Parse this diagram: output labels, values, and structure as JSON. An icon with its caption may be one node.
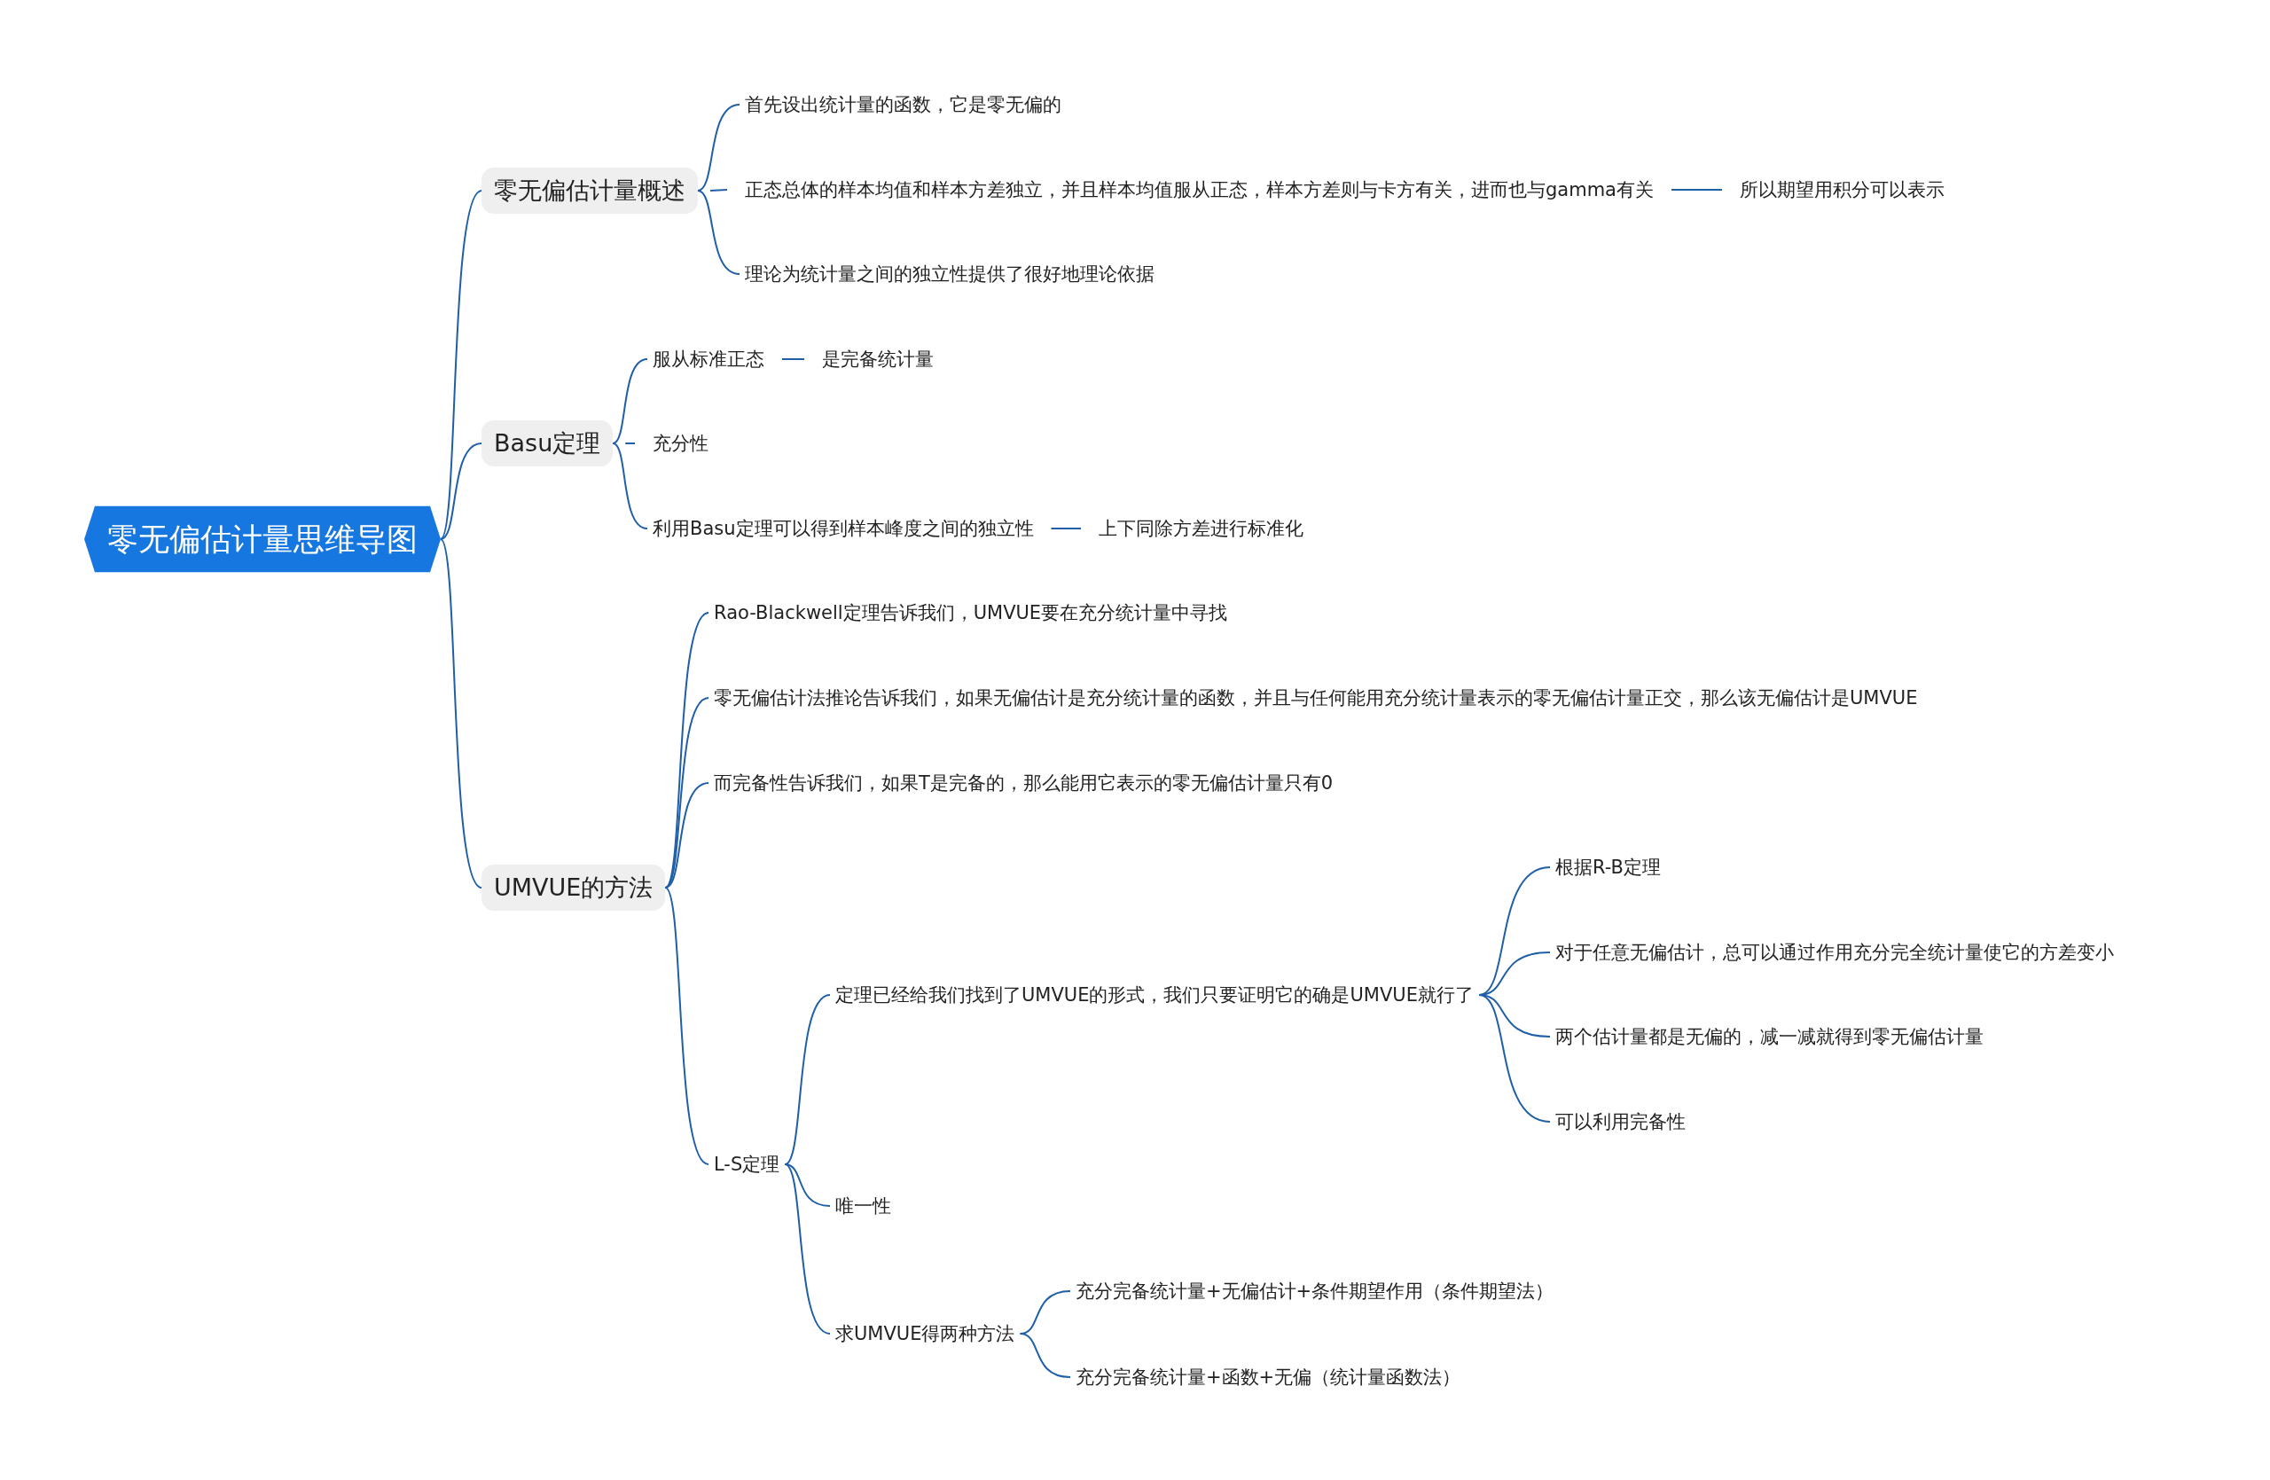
{
  "diagram": {
    "nodes": [
      {
        "text": [
          "零无偏估计量思维导图"
        ]
      },
      {
        "text": [
          "零无偏估计量概述"
        ]
      },
      {
        "text": [
          "首先设出统计量的函数，它是零无偏的"
        ]
      },
      {
        "text": [
          "正态总体的样本均值和样本方差独立，并且样本均值服从正态，样本方差则与卡方有关，进而也与gamma有关"
        ]
      },
      {
        "text": [
          "所以期望用积分可以表示"
        ]
      },
      {
        "text": [
          "理论为统计量之间的独立性提供了很好地理论依据"
        ]
      },
      {
        "text": [
          "Basu定理"
        ]
      },
      {
        "text": [
          "服从标准正态"
        ]
      },
      {
        "text": [
          "是完备统计量"
        ]
      },
      {
        "text": [
          "充分性"
        ]
      },
      {
        "text": [
          "利用Basu定理可以得到样本峰度之间的独立性"
        ]
      },
      {
        "text": [
          "上下同除方差进行标准化"
        ]
      },
      {
        "text": [
          "UMVUE的方法"
        ]
      },
      {
        "text": [
          "Rao-Blackwell定理告诉我们，UMVUE要在充分统计量中寻找"
        ]
      },
      {
        "text": [
          "零无偏估计法推论告诉我们，如果无偏估计是充分统计量的函数，并且与任何能用充分统计量表示的零无偏估计量正交，那么该无偏估计是UMVUE"
        ]
      },
      {
        "text": [
          "而完备性告诉我们，如果T是完备的，那么能用它表示的零无偏估计量只有0"
        ]
      },
      {
        "text": [
          "L-S定理"
        ]
      },
      {
        "text": [
          "定理已经给我们找到了UMVUE的形式，我们只要证明它的确是UMVUE就行了"
        ]
      },
      {
        "text": [
          "根据R-B定理"
        ]
      },
      {
        "text": [
          "对于任意无偏估计，总可以通过作用充分完全统计量使它的方差变小"
        ]
      },
      {
        "text": [
          "两个估计量都是无偏的，减一减就得到零无偏估计量"
        ]
      },
      {
        "text": [
          "可以利用完备性"
        ]
      },
      {
        "text": [
          "唯一性"
        ]
      },
      {
        "text": [
          "求UMVUE得两种方法"
        ]
      },
      {
        "text": [
          "充分完备统计量+无偏估计+条件期望作用（条件期望法）"
        ]
      },
      {
        "text": [
          "充分完备统计量+函数+无偏（统计量函数法）"
        ]
      }
    ],
    "edges": [
      {
        "from": 0,
        "to": 1,
        "arrow": "none"
      },
      {
        "from": 1,
        "to": 2,
        "arrow": "none"
      },
      {
        "from": 1,
        "to": 3,
        "arrow": "none"
      },
      {
        "from": 3,
        "to": 4,
        "arrow": "none"
      },
      {
        "from": 1,
        "to": 5,
        "arrow": "none"
      },
      {
        "from": 0,
        "to": 6,
        "arrow": "none"
      },
      {
        "from": 6,
        "to": 7,
        "arrow": "none"
      },
      {
        "from": 7,
        "to": 8,
        "arrow": "none"
      },
      {
        "from": 6,
        "to": 9,
        "arrow": "none"
      },
      {
        "from": 6,
        "to": 10,
        "arrow": "none"
      },
      {
        "from": 10,
        "to": 11,
        "arrow": "none"
      },
      {
        "from": 0,
        "to": 12,
        "arrow": "none"
      },
      {
        "from": 12,
        "to": 13,
        "arrow": "none"
      },
      {
        "from": 12,
        "to": 14,
        "arrow": "none"
      },
      {
        "from": 12,
        "to": 15,
        "arrow": "none"
      },
      {
        "from": 12,
        "to": 16,
        "arrow": "none"
      },
      {
        "from": 16,
        "to": 17,
        "arrow": "none"
      },
      {
        "from": 17,
        "to": 18,
        "arrow": "none"
      },
      {
        "from": 17,
        "to": 19,
        "arrow": "none"
      },
      {
        "from": 17,
        "to": 20,
        "arrow": "none"
      },
      {
        "from": 17,
        "to": 21,
        "arrow": "none"
      },
      {
        "from": 16,
        "to": 22,
        "arrow": "none"
      },
      {
        "from": 16,
        "to": 23,
        "arrow": "none"
      },
      {
        "from": 23,
        "to": 24,
        "arrow": "none"
      },
      {
        "from": 23,
        "to": 25,
        "arrow": "none"
      }
    ]
  }
}
